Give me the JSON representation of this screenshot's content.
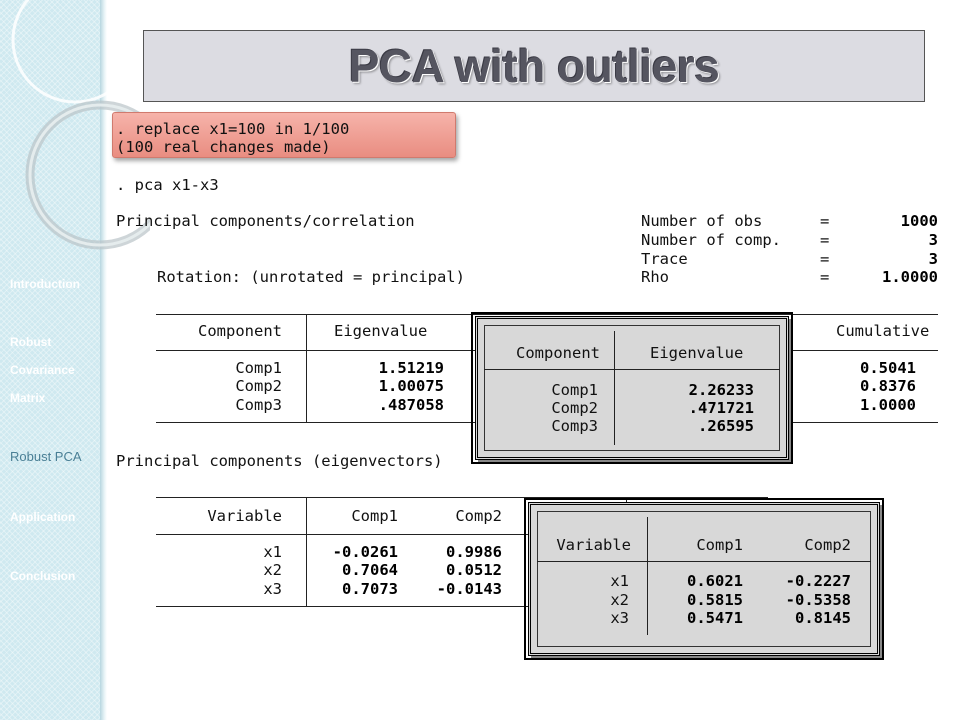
{
  "title": "PCA with outliers",
  "colors": {
    "sidebar": "#cfe9f0",
    "highlight": "#f0a196",
    "title_bg": "#dcdce2",
    "nav_active": "#4a7f95"
  },
  "nav": {
    "introduction": "Introduction",
    "robust_cov_1": "Robust",
    "robust_cov_2": "Covariance",
    "robust_cov_3": "Matrix",
    "robust_pca": "Robust PCA",
    "application": "Application",
    "conclusion": "Conclusion"
  },
  "commands": {
    "replace": ". replace x1=100 in 1/100",
    "replace_result": "(100 real changes made)",
    "pca": ". pca x1-x3"
  },
  "pca_header": {
    "title": "Principal components/correlation",
    "rotation": "Rotation: (unrotated = principal)",
    "stats": [
      {
        "label": "Number of obs",
        "eq": "=",
        "value": "1000"
      },
      {
        "label": "Number of comp.",
        "eq": "=",
        "value": "3"
      },
      {
        "label": "Trace",
        "eq": "=",
        "value": "3"
      },
      {
        "label": "Rho",
        "eq": "=",
        "value": "1.0000"
      }
    ]
  },
  "eigen_table": {
    "col_component": "Component",
    "col_eigenvalue": "Eigenvalue",
    "col_cumulative": "Cumulative",
    "rows": [
      {
        "component": "Comp1",
        "eigenvalue": "1.51219",
        "cumulative": "0.5041"
      },
      {
        "component": "Comp2",
        "eigenvalue": "1.00075",
        "cumulative": "0.8376"
      },
      {
        "component": "Comp3",
        "eigenvalue": ".487058",
        "cumulative": "1.0000"
      }
    ]
  },
  "robust_eigen": {
    "col_component": "Component",
    "col_eigenvalue": "Eigenvalue",
    "rows": [
      {
        "component": "Comp1",
        "eigenvalue": "2.26233"
      },
      {
        "component": "Comp2",
        "eigenvalue": ".471721"
      },
      {
        "component": "Comp3",
        "eigenvalue": ".26595"
      }
    ]
  },
  "eigvec_title": "Principal components (eigenvectors)",
  "eigvec_table": {
    "col_variable": "Variable",
    "col_comp1": "Comp1",
    "col_comp2": "Comp2",
    "rows": [
      {
        "variable": "x1",
        "comp1": "-0.0261",
        "comp2": "0.9986"
      },
      {
        "variable": "x2",
        "comp1": "0.7064",
        "comp2": "0.0512"
      },
      {
        "variable": "x3",
        "comp1": "0.7073",
        "comp2": "-0.0143"
      }
    ]
  },
  "robust_eigvec": {
    "col_variable": "Variable",
    "col_comp1": "Comp1",
    "col_comp2": "Comp2",
    "rows": [
      {
        "variable": "x1",
        "comp1": "0.6021",
        "comp2": "-0.2227"
      },
      {
        "variable": "x2",
        "comp1": "0.5815",
        "comp2": "-0.5358"
      },
      {
        "variable": "x3",
        "comp1": "0.5471",
        "comp2": "0.8145"
      }
    ]
  }
}
